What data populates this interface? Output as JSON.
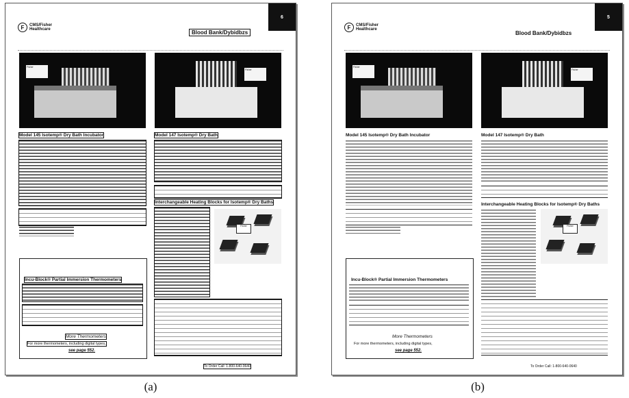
{
  "captions": {
    "a": "(a)",
    "b": "(b)"
  },
  "pages": [
    {
      "id": "a",
      "logo_text": "CMS/Fisher Healthcare",
      "section_title": "Blood Bank/Dybidbzs",
      "page_number": "6",
      "photo_left_tag": "Fisher",
      "photo_right_tag": "Fisher",
      "col1_heading": "Model 145 Isotemp® Dry Bath Incubator",
      "col2_heading": "Model 147 Isotemp® Dry Bath",
      "heating_heading": "Interchangeable Heating Blocks for Isotemp® Dry Baths",
      "incu_title": "Incu-Block® Partial Immersion Thermometers",
      "more_title": "More Thermometers",
      "more_text": "For more thermometers, including digital types,",
      "see_page": "see page 552.",
      "order_line": "To Order Call: 1-800-640-0640"
    },
    {
      "id": "b",
      "logo_text": "CMS/Fisher Healthcare",
      "section_title": "Blood Bank/Dybidbzs",
      "page_number": "5",
      "photo_left_tag": "Fisher",
      "photo_right_tag": "Fisher",
      "col1_heading": "Model 145 Isotemp® Dry Bath Incubator",
      "col2_heading": "Model 147 Isotemp® Dry Bath",
      "heating_heading": "Interchangeable Heating Blocks for Isotemp® Dry Baths",
      "incu_title": "Incu-Block® Partial Immersion Thermometers",
      "more_title": "More Thermometers",
      "more_text": "For more thermometers, including digital types,",
      "see_page": "see page 552.",
      "order_line": "To Order Call: 1-800-640-0640"
    }
  ]
}
